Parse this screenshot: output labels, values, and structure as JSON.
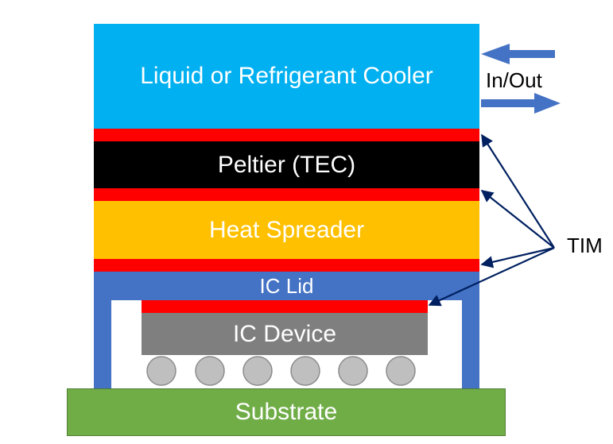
{
  "layers": {
    "cooler": "Liquid or Refrigerant Cooler",
    "peltier": "Peltier (TEC)",
    "spreader": "Heat Spreader",
    "lid": "IC Lid",
    "device": "IC Device",
    "substrate": "Substrate"
  },
  "annotations": {
    "flow": "In/Out",
    "tim": "TIM"
  },
  "colors": {
    "cooler": "#00B0F0",
    "tim": "#FF0000",
    "peltier": "#000000",
    "spreader": "#FFC000",
    "lid": "#4472C4",
    "device": "#7F7F7F",
    "substrate": "#70AD47",
    "flow_arrow": "#4472C4",
    "tim_arrow": "#002060"
  }
}
